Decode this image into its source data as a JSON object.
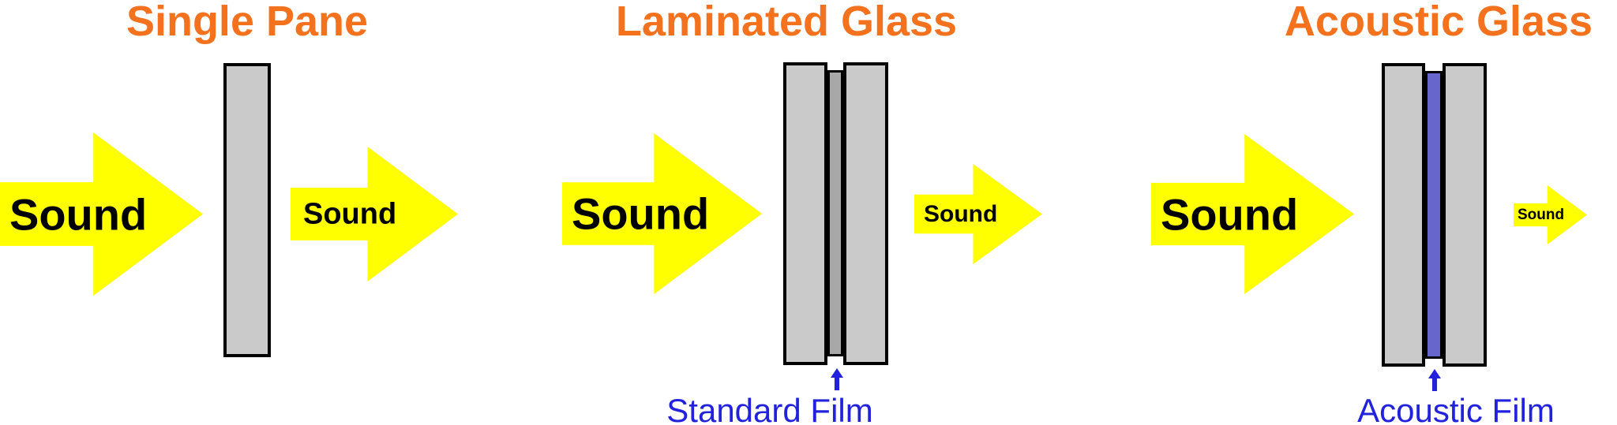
{
  "colors": {
    "title_orange": "#F4711D",
    "arrow_yellow": "#FFFF00",
    "glass_gray": "#CACACA",
    "film_gray": "#A8A8A8",
    "film_blue": "#6666CC",
    "label_blue": "#2222DD"
  },
  "panels": [
    {
      "title": "Single Pane",
      "incoming_arrow_label": "Sound",
      "outgoing_arrow_label": "Sound"
    },
    {
      "title": "Laminated Glass",
      "incoming_arrow_label": "Sound",
      "outgoing_arrow_label": "Sound",
      "film_label": "Standard Film"
    },
    {
      "title": "Acoustic Glass",
      "incoming_arrow_label": "Sound",
      "outgoing_arrow_label": "Sound",
      "film_label": "Acoustic Film"
    }
  ]
}
